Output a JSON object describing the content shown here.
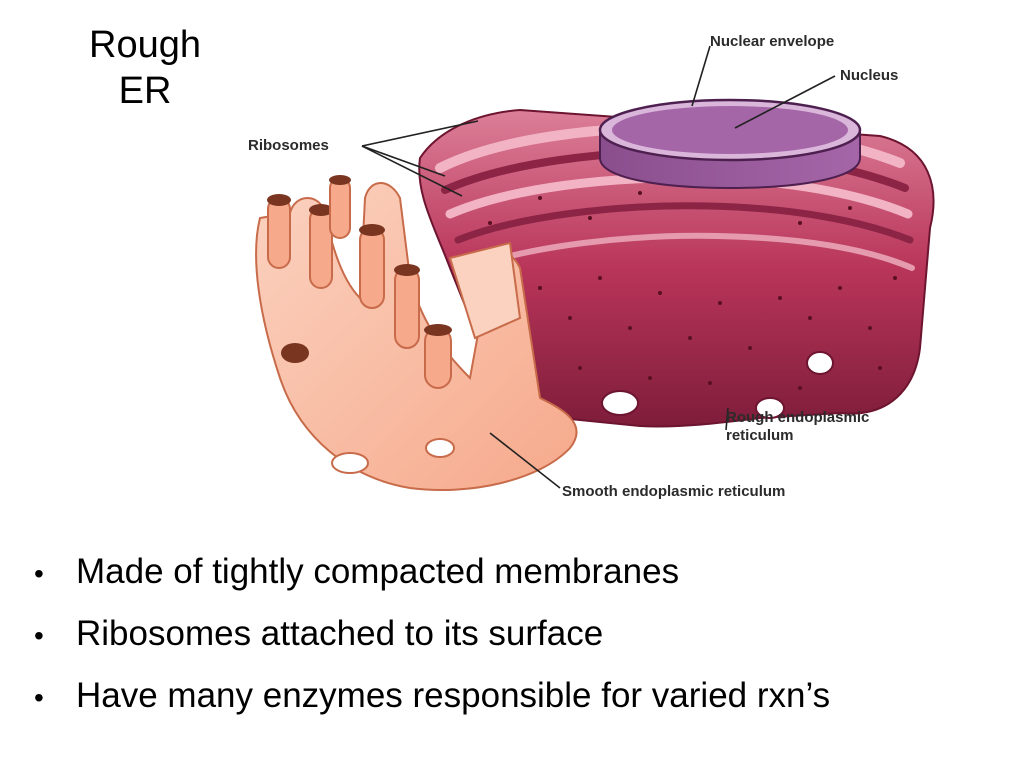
{
  "slide": {
    "title_lines": [
      "Rough",
      "ER"
    ],
    "bullets": [
      "Made of tightly compacted membranes",
      "Ribosomes attached to its surface",
      "Have many enzymes responsible for varied rxn’s"
    ],
    "bullet_glyph": "•"
  },
  "figure": {
    "labels": {
      "nuclear_envelope": "Nuclear envelope",
      "nucleus": "Nucleus",
      "ribosomes": "Ribosomes",
      "rough_er_line1": "Rough endoplasmic",
      "rough_er_line2": "reticulum",
      "smooth_er": "Smooth endoplasmic reticulum"
    },
    "colors": {
      "rough_er": "#b9355a",
      "rough_er_light": "#dc7f98",
      "rough_er_dark": "#7e1d3a",
      "smooth_er": "#f6a98b",
      "smooth_er_light": "#fbd2c0",
      "nucleus": "#a566a8",
      "nucleus_light": "#d9b6da",
      "ribosome": "#5a1020"
    }
  }
}
